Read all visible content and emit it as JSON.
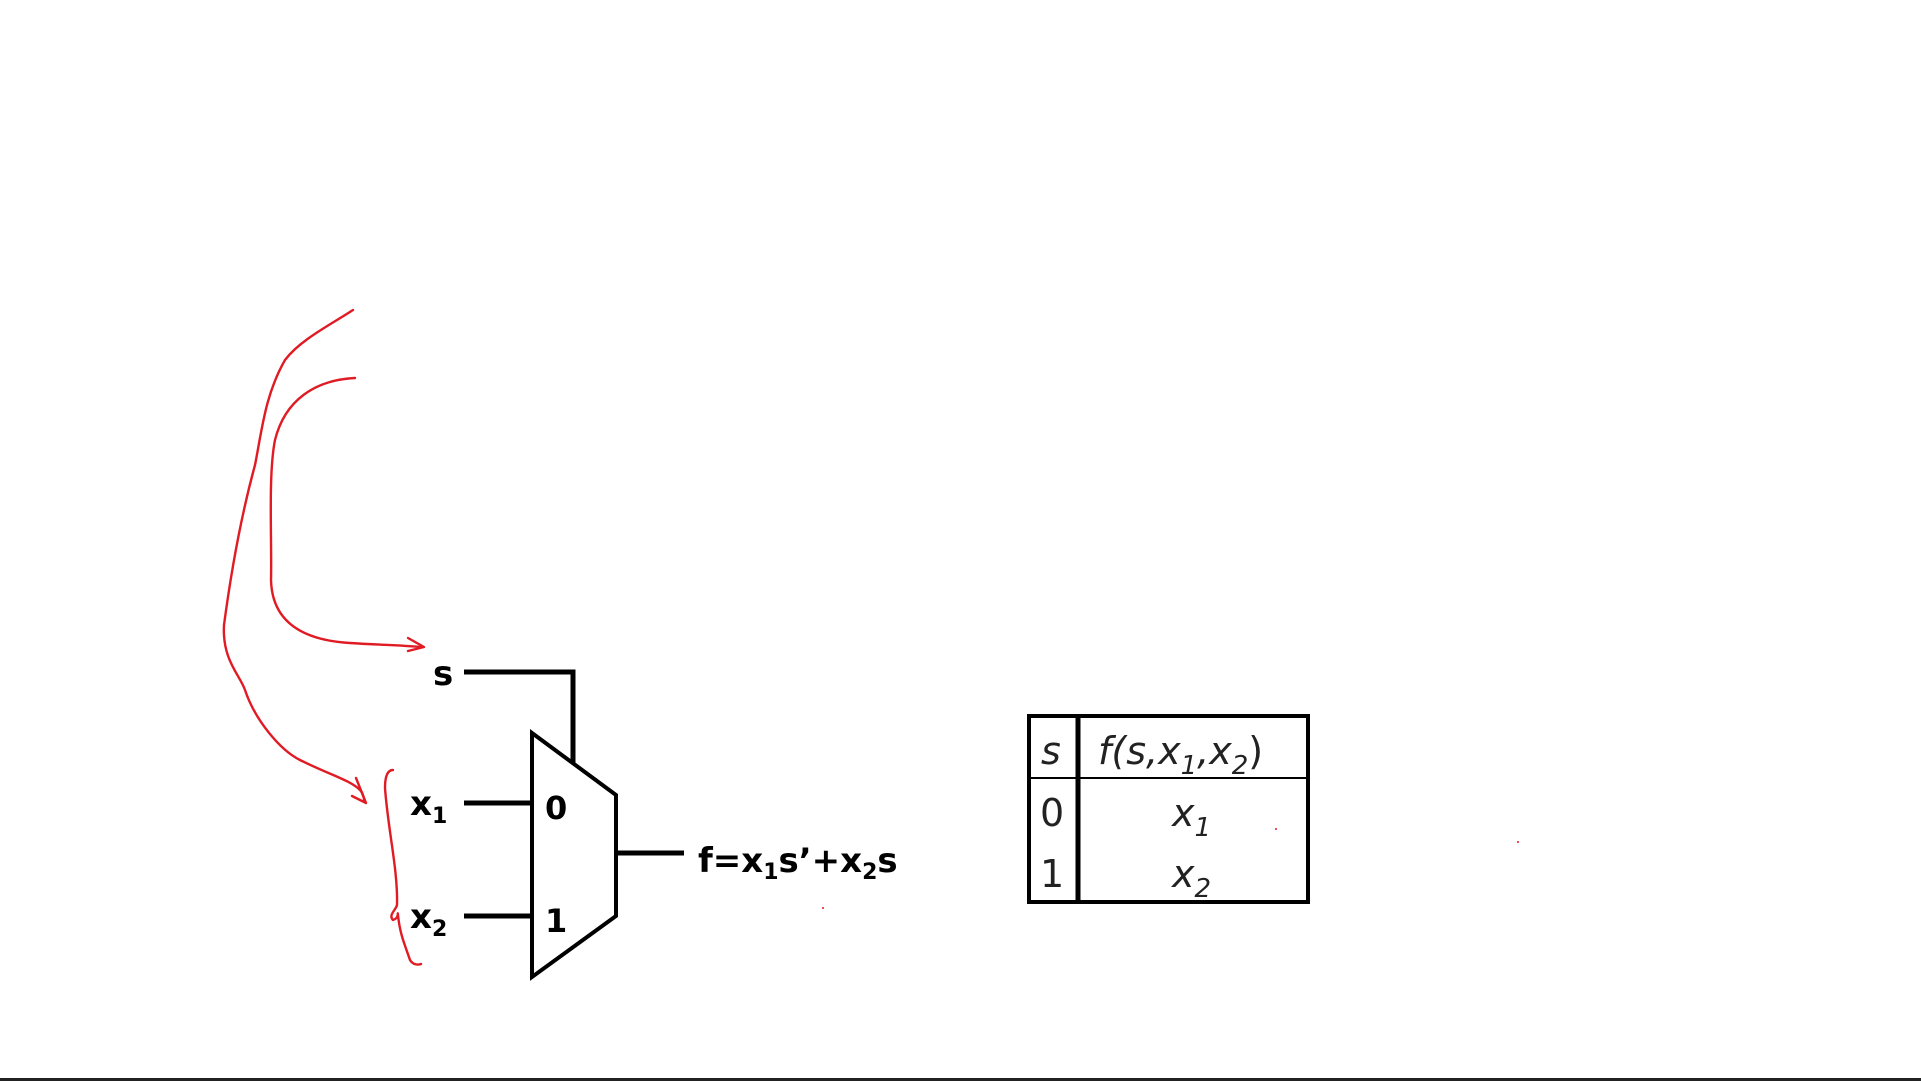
{
  "circuit": {
    "select_label": "s",
    "input1_label": "x",
    "input1_sub": "1",
    "input2_label": "x",
    "input2_sub": "2",
    "mux_in0": "0",
    "mux_in1": "1",
    "output": {
      "f_prefix": "f=x",
      "sub1": "1",
      "mid": "s’+x",
      "sub2": "2",
      "suffix": "s"
    }
  },
  "truth_table": {
    "header_s": "s",
    "header_f": "f(s,x",
    "header_f_sub1": "1",
    "header_f_comma": ",x",
    "header_f_sub2": "2",
    "header_f_close": ")",
    "rows": [
      {
        "s": "0",
        "f": "x",
        "f_sub": "1"
      },
      {
        "s": "1",
        "f": "x",
        "f_sub": "2"
      }
    ]
  },
  "colors": {
    "ink": "#000000",
    "annotation": "#e01b24"
  }
}
